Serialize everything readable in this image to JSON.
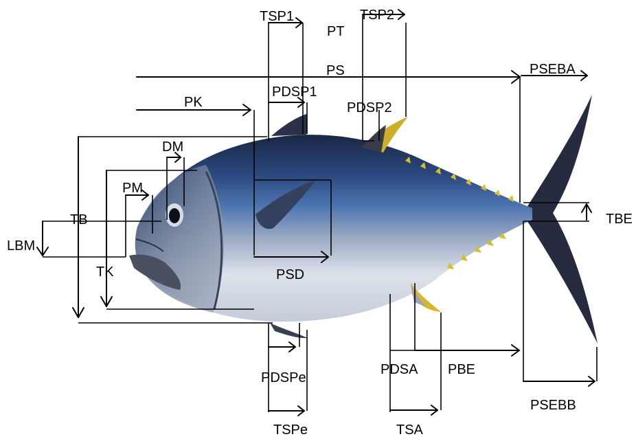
{
  "figure": {
    "subject": "tuna",
    "labels": {
      "tsp1": "TSP1",
      "pt": "PT",
      "tsp2": "TSP2",
      "ps": "PS",
      "pseba": "PSEBA",
      "pdsp1": "PDSP1",
      "pk": "PK",
      "pdsp2": "PDSP2",
      "dm": "DM",
      "pm": "PM",
      "tb": "TB",
      "lbm": "LBM",
      "tk": "TK",
      "psd": "PSD",
      "tbe": "TBE",
      "pdspe": "PDSPe",
      "pdsa": "PDSA",
      "pbe": "PBE",
      "psebb": "PSEBB",
      "tspe": "TSPe",
      "tsa": "TSA"
    }
  },
  "colors": {
    "back": "#1c2a48",
    "upper_side": "#2f4f86",
    "lateral_stripe": "#4f78b4",
    "belly": "#dfe4ec",
    "head": "#6d7d96",
    "fin_yellow": "#d8b52a",
    "tail": "#2a2f44",
    "lines": "#000000"
  }
}
